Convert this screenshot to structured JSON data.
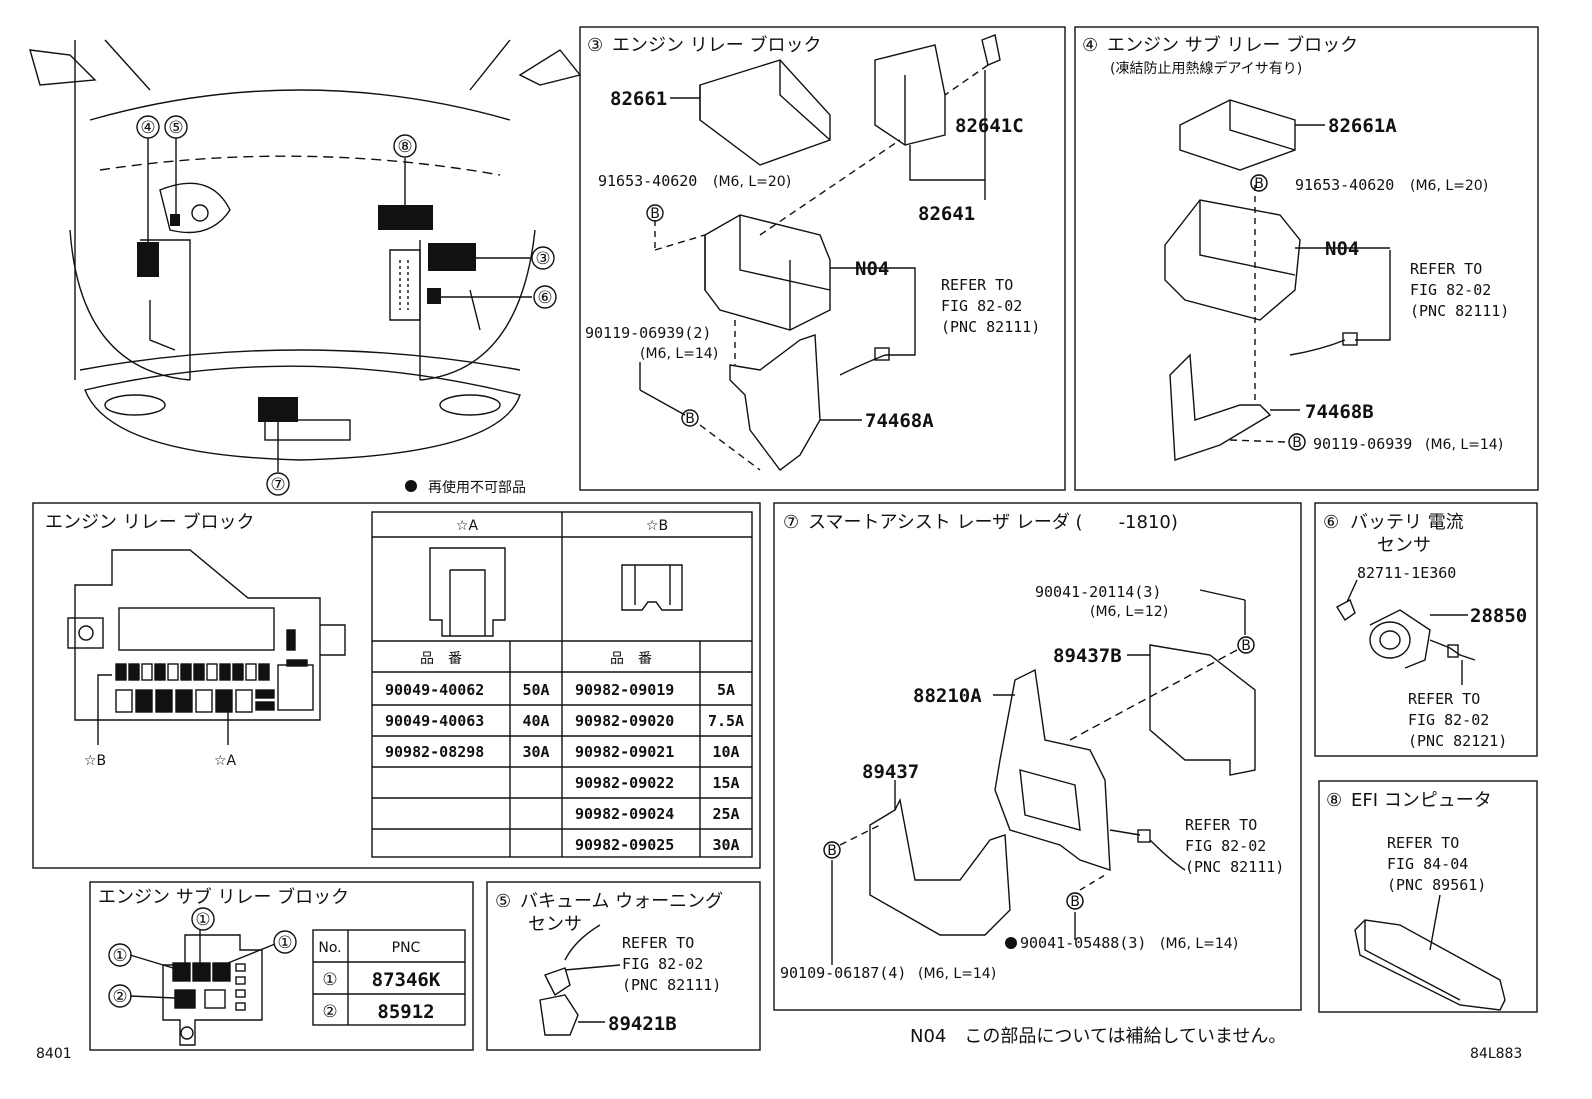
{
  "footer_left": "8401",
  "footer_right": "84L883",
  "not_reusable_note": "再使用不可部品",
  "n04_note": "N04　この部品については補給していません。",
  "overview": {
    "callouts": [
      "④",
      "⑤",
      "⑧",
      "③",
      "⑥",
      "⑦"
    ]
  },
  "panel3": {
    "num": "③",
    "title": "エンジン リレー ブロック",
    "parts": {
      "p82661": "82661",
      "p82641C": "82641C",
      "p82641": "82641",
      "bolt1": "91653-40620",
      "bolt1_spec": "(M6, L=20)",
      "n04": "N04",
      "bolt2": "90119-06939(2)",
      "bolt2_spec": "(M6, L=14)",
      "p74468A": "74468A"
    },
    "refer": [
      "REFER TO",
      "FIG 82-02",
      "(PNC 82111)"
    ]
  },
  "panel4": {
    "num": "④",
    "title": "エンジン サブ リレー ブロック",
    "subtitle": "(凍結防止用熱線デアイサ有り)",
    "parts": {
      "p82661A": "82661A",
      "bolt1": "91653-40620",
      "bolt1_spec": "(M6, L=20)",
      "n04": "N04",
      "p74468B": "74468B",
      "bolt2": "90119-06939",
      "bolt2_spec": "(M6, L=14)"
    },
    "refer": [
      "REFER TO",
      "FIG 82-02",
      "(PNC 82111)"
    ]
  },
  "relay_block": {
    "title": "エンジン リレー ブロック",
    "marker_b": "☆B",
    "marker_a": "☆A",
    "table": {
      "head_a": "☆A",
      "head_b": "☆B",
      "col_part": "品　番",
      "rows_a": [
        {
          "part": "90049-40062",
          "amp": "50A"
        },
        {
          "part": "90049-40063",
          "amp": "40A"
        },
        {
          "part": "90982-08298",
          "amp": "30A"
        }
      ],
      "rows_b": [
        {
          "part": "90982-09019",
          "amp": "5A"
        },
        {
          "part": "90982-09020",
          "amp": "7.5A"
        },
        {
          "part": "90982-09021",
          "amp": "10A"
        },
        {
          "part": "90982-09022",
          "amp": "15A"
        },
        {
          "part": "90982-09024",
          "amp": "25A"
        },
        {
          "part": "90982-09025",
          "amp": "30A"
        }
      ]
    }
  },
  "panel7": {
    "num": "⑦",
    "title": "スマートアシスト レーザ レーダ (　　-1810)",
    "parts": {
      "bolt1": "90041-20114(3)",
      "bolt1_spec": "(M6, L=12)",
      "p89437B": "89437B",
      "p88210A": "88210A",
      "p89437": "89437",
      "bolt2": "90109-06187(4)",
      "bolt2_spec": "(M6, L=14)",
      "bolt3": "90041-05488(3)",
      "bolt3_spec": "(M6, L=14)"
    },
    "refer": [
      "REFER TO",
      "FIG 82-02",
      "(PNC 82111)"
    ]
  },
  "panel6": {
    "num": "⑥",
    "title": "バッテリ 電流",
    "title2": "センサ",
    "parts": {
      "p82711": "82711-1E360",
      "p28850": "28850"
    },
    "refer": [
      "REFER TO",
      "FIG 82-02",
      "(PNC 82121)"
    ]
  },
  "panel8": {
    "num": "⑧",
    "title": "EFI コンピュータ",
    "refer": [
      "REFER TO",
      "FIG 84-04",
      "(PNC 89561)"
    ]
  },
  "sub_relay": {
    "title": "エンジン サブ リレー ブロック",
    "col_no": "No.",
    "col_pnc": "PNC",
    "rows": [
      {
        "no": "①",
        "pnc": "87346K"
      },
      {
        "no": "②",
        "pnc": "85912"
      }
    ],
    "mark1": "①",
    "mark2": "②"
  },
  "panel5": {
    "num": "⑤",
    "title": "バキューム ウォーニング",
    "title2": "センサ",
    "part": "89421B",
    "refer": [
      "REFER TO",
      "FIG 82-02",
      "(PNC 82111)"
    ]
  }
}
